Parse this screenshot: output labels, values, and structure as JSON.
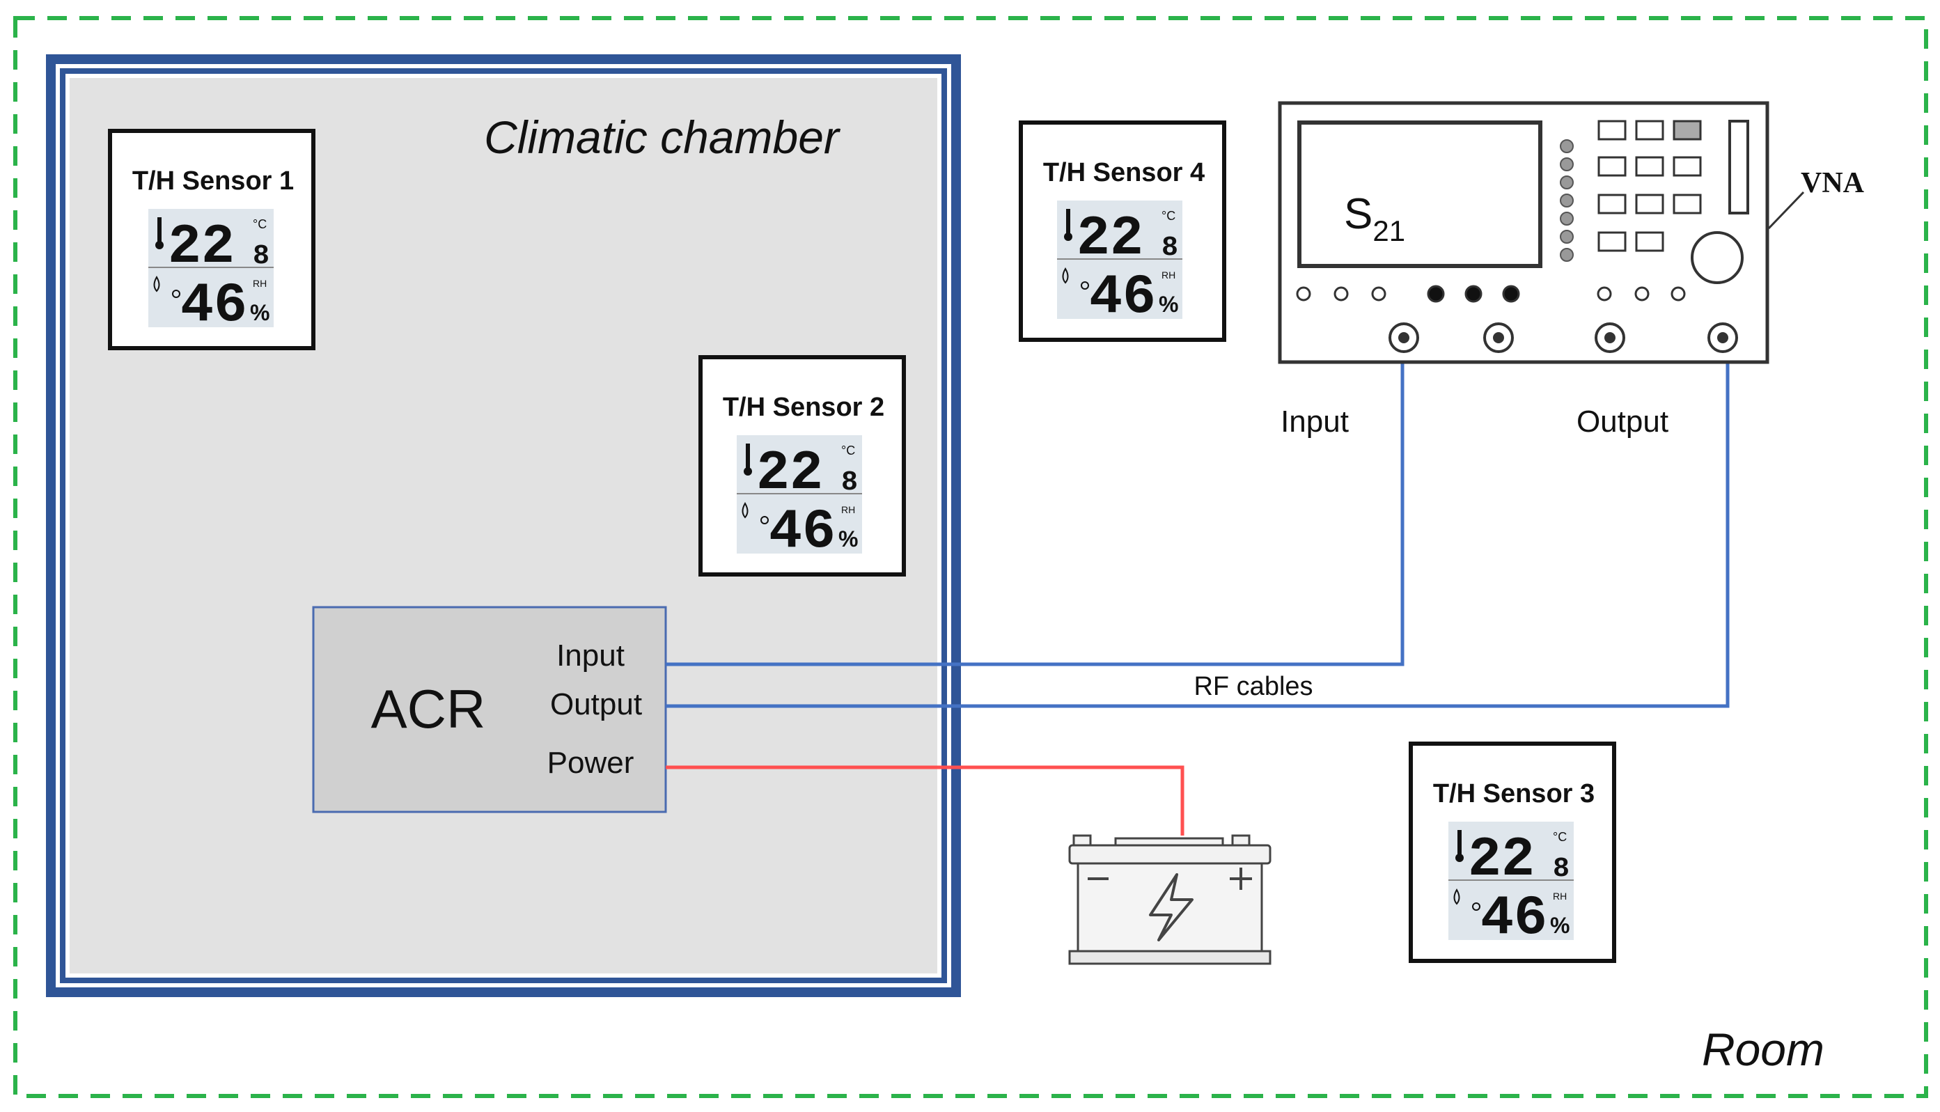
{
  "labels": {
    "room": "Room",
    "chamber": "Climatic chamber",
    "acr": "ACR",
    "acr_input": "Input",
    "acr_output": "Output",
    "acr_power": "Power",
    "vna": "VNA",
    "vna_input": "Input",
    "vna_output": "Output",
    "s21_main": "S",
    "s21_sub": "21",
    "rf_cables": "RF cables"
  },
  "sensors": [
    {
      "title": "T/H Sensor 1",
      "temp_int": "22",
      "temp_dec": "8",
      "temp_unit": "°C",
      "humidity": "46",
      "rh_label": "RH",
      "pct": "%"
    },
    {
      "title": "T/H Sensor 2",
      "temp_int": "22",
      "temp_dec": "8",
      "temp_unit": "°C",
      "humidity": "46",
      "rh_label": "RH",
      "pct": "%"
    },
    {
      "title": "T/H Sensor 3",
      "temp_int": "22",
      "temp_dec": "8",
      "temp_unit": "°C",
      "humidity": "46",
      "rh_label": "RH",
      "pct": "%"
    },
    {
      "title": "T/H Sensor 4",
      "temp_int": "22",
      "temp_dec": "8",
      "temp_unit": "°C",
      "humidity": "46",
      "rh_label": "RH",
      "pct": "%"
    }
  ],
  "colors": {
    "room_border": "#2bb34a",
    "chamber_border": "#2f5597",
    "chamber_fill": "#e2e2e2",
    "acr_fill": "#d0d0d0",
    "acr_border": "#4a6bb0",
    "rf_cable": "#4472c4",
    "power_cable": "#ff5050",
    "lcd_bg": "#dfe6ec"
  },
  "icons": {
    "battery": "battery-icon",
    "thermometer": "thermometer-icon",
    "droplet": "droplet-icon"
  }
}
